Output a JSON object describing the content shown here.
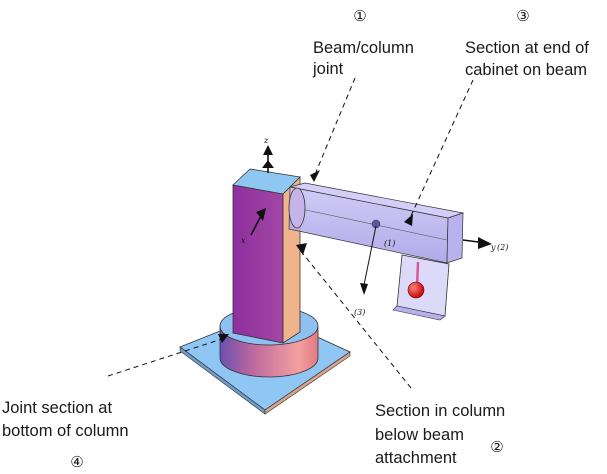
{
  "callouts": [
    {
      "num": "①",
      "lines": [
        "Beam/column",
        "joint"
      ]
    },
    {
      "num": "③",
      "lines": [
        "Section at end of",
        "cabinet on beam"
      ]
    },
    {
      "num": "④",
      "lines": [
        "Joint section at",
        "bottom of column"
      ]
    },
    {
      "num": "②",
      "lines": [
        "Section in column",
        "below beam",
        "attachment"
      ]
    }
  ],
  "axis_labels": {
    "z": "z",
    "x": "x",
    "y": "y",
    "y2": "(2)",
    "l1": "(1)",
    "l3": "(3)"
  },
  "colors": {
    "column_front": "#9b3aa3",
    "column_side": "#f0b48c",
    "top_cap": "#8ec8f2",
    "base_plate": "#8fc6f3",
    "cylinder": "#b8799a",
    "beam": "#b8b0ee",
    "mass": "#e01818",
    "leader": "#111111"
  }
}
